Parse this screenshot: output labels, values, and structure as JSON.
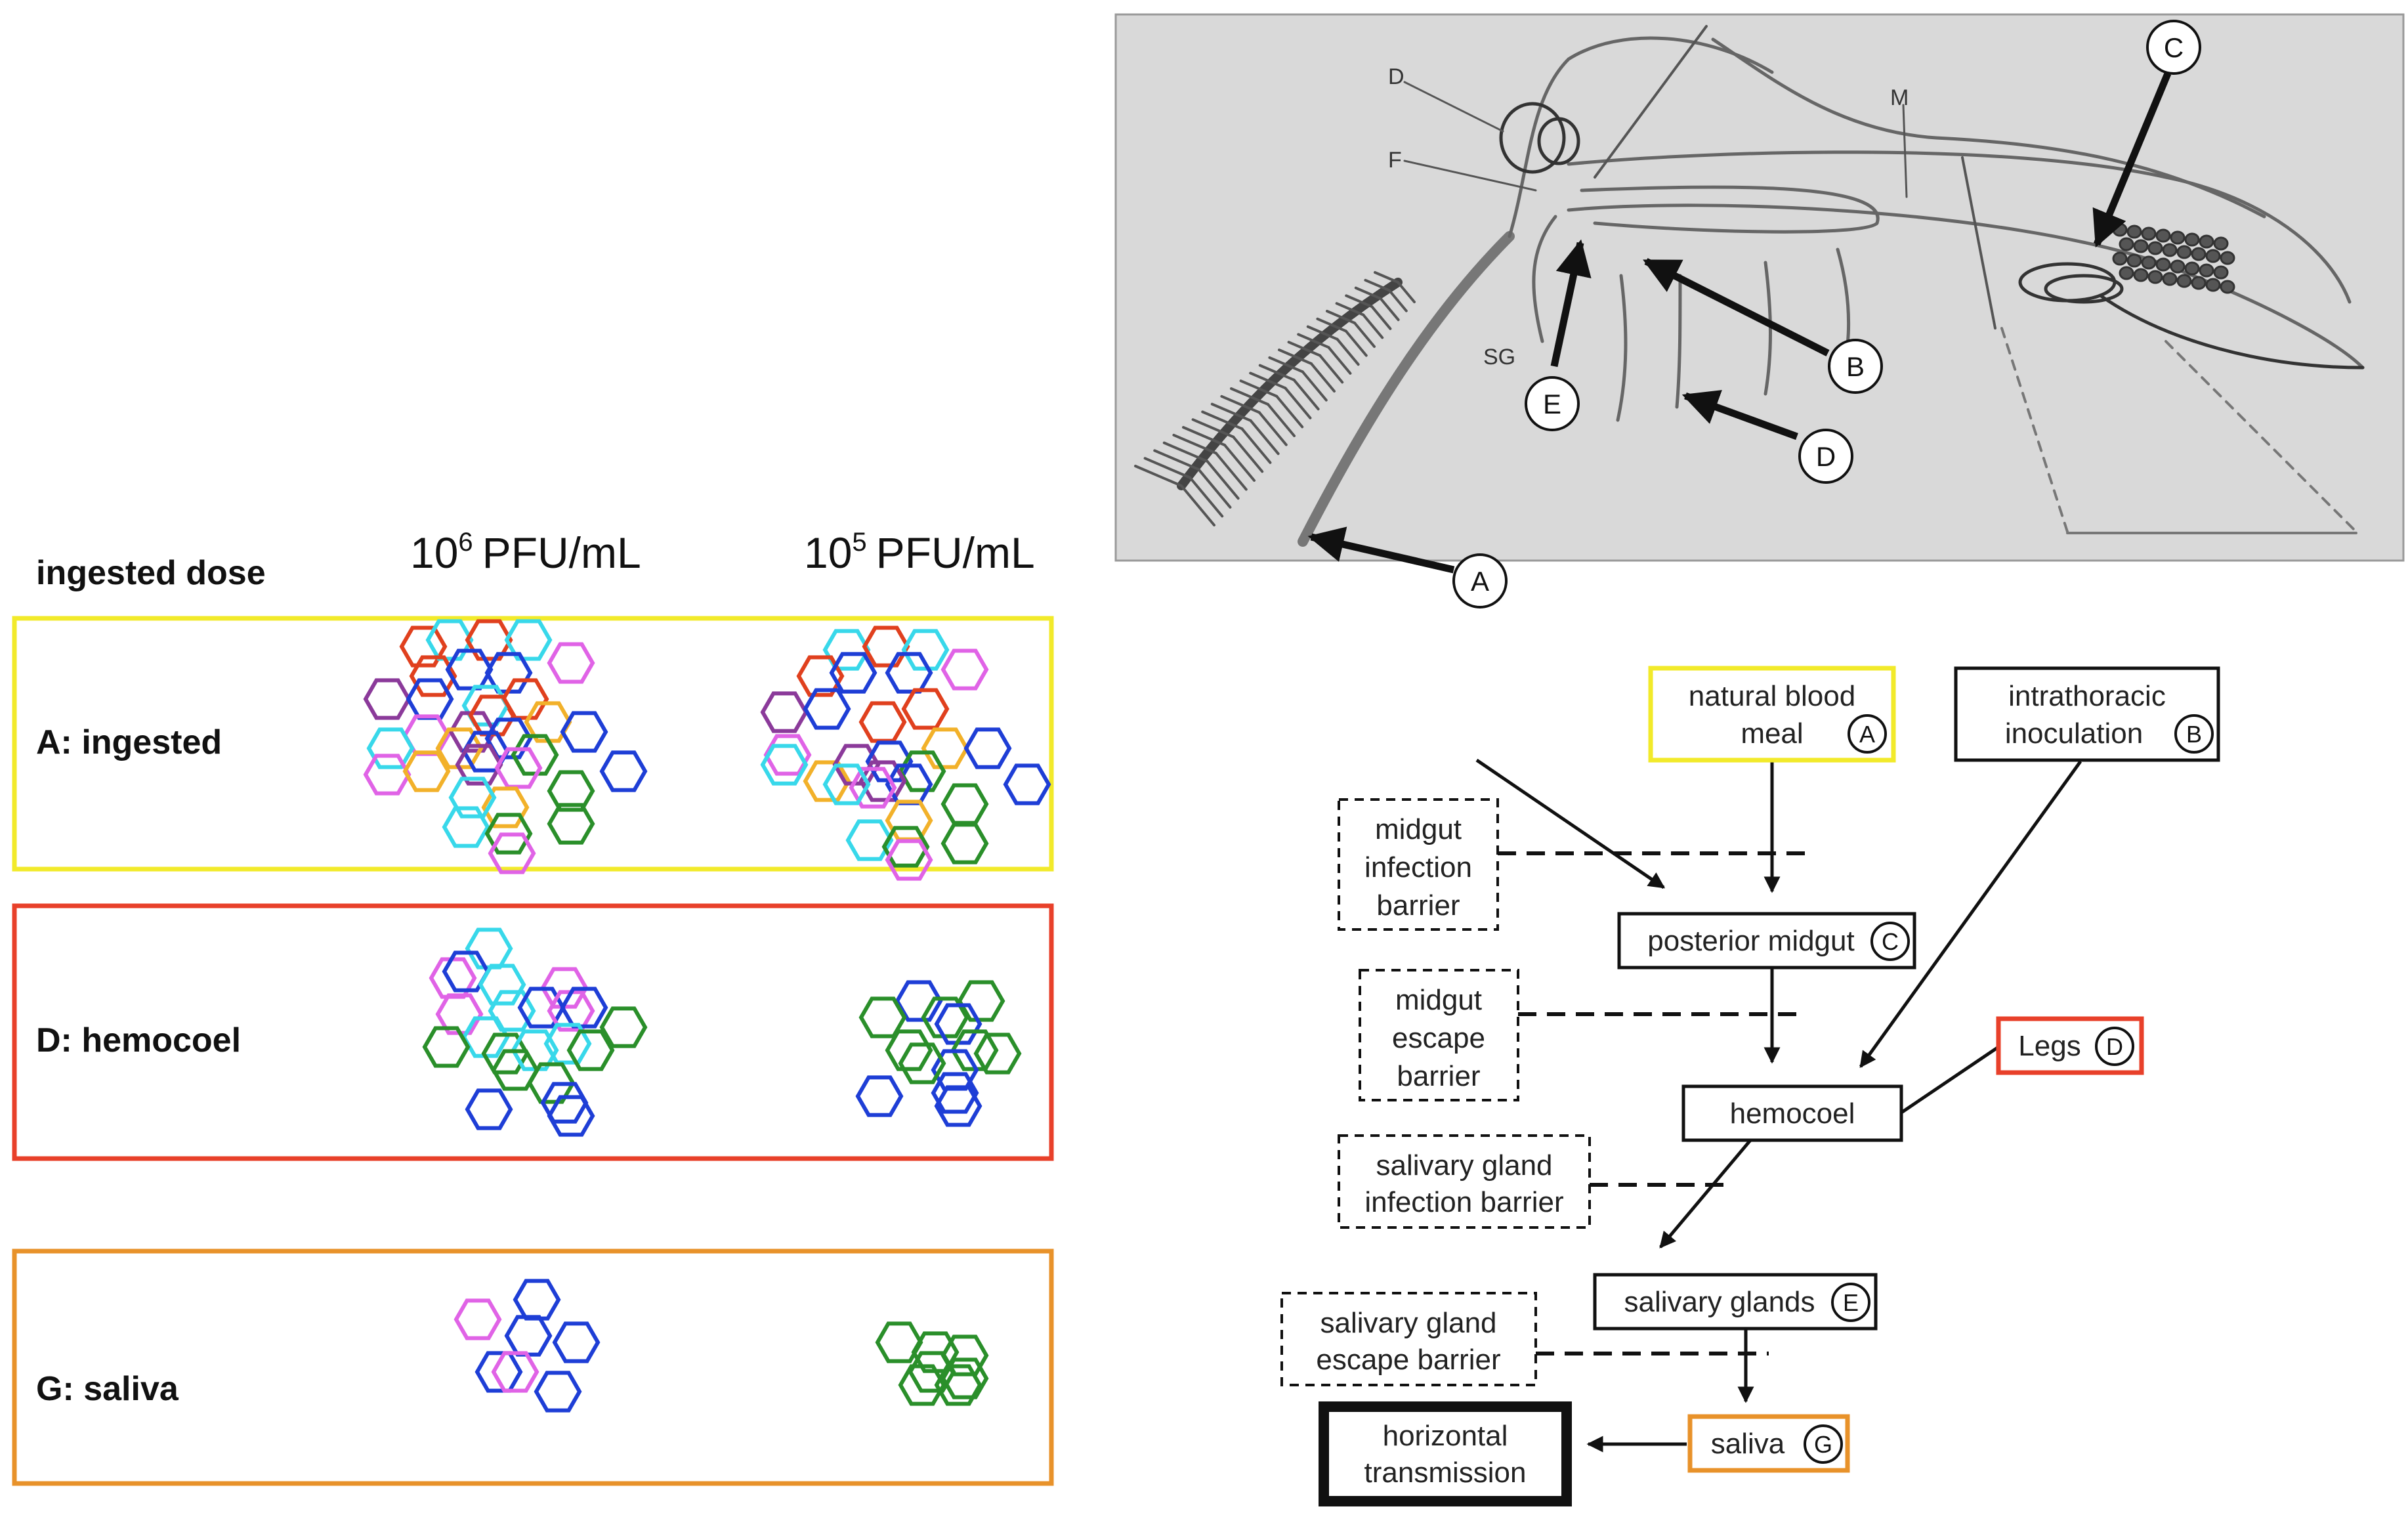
{
  "dose_panel": {
    "header_label": "ingested dose",
    "doses": [
      {
        "base": "10",
        "exp": "6",
        "unit": "PFU/mL"
      },
      {
        "base": "10",
        "exp": "5",
        "unit": "PFU/mL"
      }
    ],
    "rows": [
      {
        "label": "A: ingested",
        "color": "#f2ea2a"
      },
      {
        "label": "D: hemocoel",
        "color": "#e8402a"
      },
      {
        "label": "G: saliva",
        "color": "#e8922a"
      }
    ],
    "hex_colors": {
      "red": "#e0401e",
      "cyan": "#38d8ea",
      "magenta": "#e063e6",
      "purple": "#8b3a9a",
      "blue": "#1e3ed6",
      "green": "#2a8f2a",
      "orange": "#f2b12a"
    }
  },
  "anatomy": {
    "labels": [
      "D",
      "F",
      "M",
      "SG"
    ],
    "callouts": [
      "A",
      "B",
      "C",
      "D",
      "E"
    ]
  },
  "flow": {
    "nodes": {
      "blood_meal": {
        "line1": "natural blood",
        "line2": "meal",
        "badge": "A",
        "color": "#f2ea2a"
      },
      "inoculation": {
        "line1": "intrathoracic",
        "line2": "inoculation",
        "badge": "B",
        "color": "#111111"
      },
      "posterior_midgut": {
        "line1": "posterior midgut",
        "badge": "C",
        "color": "#111111"
      },
      "legs": {
        "line1": "Legs",
        "badge": "D",
        "color": "#e8402a"
      },
      "hemocoel": {
        "line1": "hemocoel",
        "color": "#111111"
      },
      "salivary_glands": {
        "line1": "salivary glands",
        "badge": "E",
        "color": "#111111"
      },
      "saliva": {
        "line1": "saliva",
        "badge": "G",
        "color": "#e8922a"
      },
      "horizontal": {
        "line1": "horizontal",
        "line2": "transmission",
        "color": "#111111"
      }
    },
    "barriers": [
      {
        "lines": [
          "midgut",
          "infection",
          "barrier"
        ]
      },
      {
        "lines": [
          "midgut",
          "escape",
          "barrier"
        ]
      },
      {
        "lines": [
          "salivary gland",
          "infection barrier"
        ]
      },
      {
        "lines": [
          "salivary gland",
          "escape barrier"
        ]
      }
    ]
  }
}
